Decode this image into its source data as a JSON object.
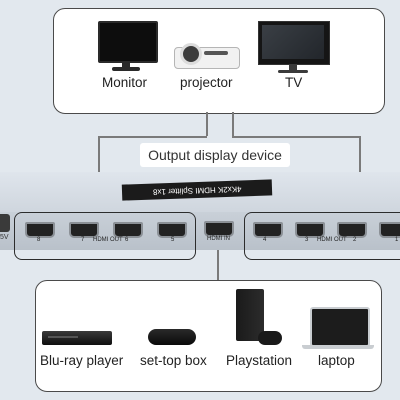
{
  "output_devices": {
    "monitor": "Monitor",
    "projector": "projector",
    "tv": "TV"
  },
  "output_label": "Output display device",
  "splitter": {
    "badge": "4Kx2K HDMI Splitter 1x8",
    "dc_label": "5V",
    "hdmi_out_label": "HDMI OUT",
    "hdmi_in_label": "HDMI IN",
    "left_ports": [
      "8",
      "7",
      "6",
      "5"
    ],
    "right_ports": [
      "4",
      "3",
      "2",
      "1"
    ]
  },
  "input_devices": {
    "bluray": "Blu-ray player",
    "settop": "set-top box",
    "playstation": "Playstation",
    "laptop": "laptop"
  },
  "colors": {
    "background": "#e2e8ee",
    "panel": "#ffffff",
    "border": "#4a4a4a",
    "splitter_body": "#c9d0d8",
    "port": "#222222"
  }
}
